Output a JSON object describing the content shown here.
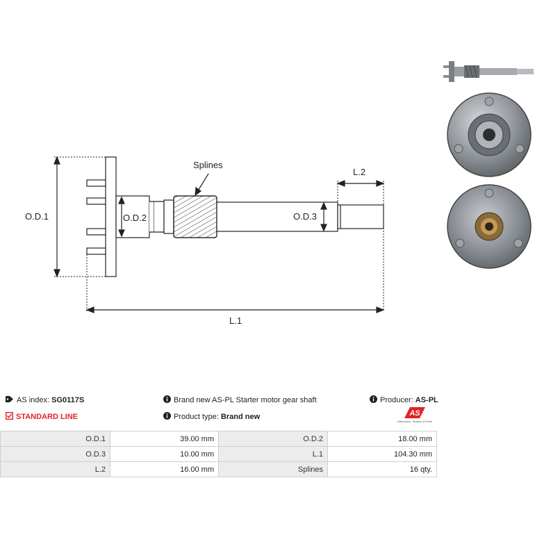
{
  "drawing": {
    "labels": {
      "od1": "O.D.1",
      "od2": "O.D.2",
      "od3": "O.D.3",
      "l1": "L.1",
      "l2": "L.2",
      "splines": "Splines"
    }
  },
  "info": {
    "as_index_label": "AS index:",
    "as_index_value": "SG0117S",
    "line_label": "STANDARD LINE",
    "description": "Brand new AS-PL Starter motor gear shaft",
    "product_type_label": "Product type:",
    "product_type_value": "Brand new",
    "producer_label": "Producer:",
    "producer_value": "AS-PL"
  },
  "logo": {
    "mark": "AS",
    "tagline": "Alternators, Starters & Parts"
  },
  "specs": {
    "rows": [
      [
        {
          "label": "O.D.1",
          "value": "39.00 mm"
        },
        {
          "label": "O.D.2",
          "value": "18.00 mm"
        }
      ],
      [
        {
          "label": "O.D.3",
          "value": "10.00 mm"
        },
        {
          "label": "L.1",
          "value": "104.30 mm"
        }
      ],
      [
        {
          "label": "L.2",
          "value": "16.00 mm"
        },
        {
          "label": "Splines",
          "value": "16 qty."
        }
      ]
    ]
  },
  "colors": {
    "accent_red": "#e3222a",
    "label_cell": "#ececec",
    "line": "#222222"
  },
  "icons": [
    "tag-icon",
    "check-square-icon",
    "info-icon"
  ]
}
